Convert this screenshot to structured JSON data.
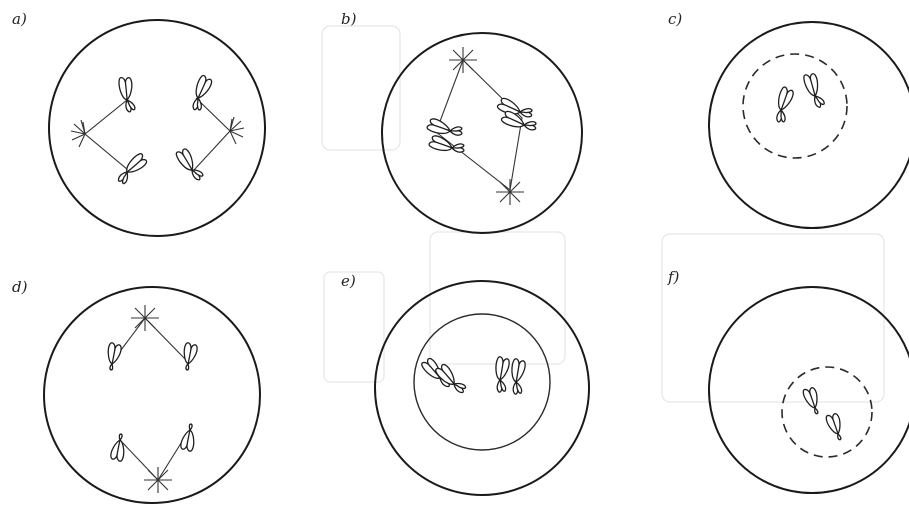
{
  "panels": [
    {
      "label": "a)",
      "nucleus": "none"
    },
    {
      "label": "b)",
      "nucleus": "none"
    },
    {
      "label": "c)",
      "nucleus": "dashed"
    },
    {
      "label": "d)",
      "nucleus": "none"
    },
    {
      "label": "e)",
      "nucleus": "solid"
    },
    {
      "label": "f)",
      "nucleus": "dashed"
    }
  ],
  "colors": {
    "line": "#1a1a1a",
    "background": "#ffffff"
  }
}
